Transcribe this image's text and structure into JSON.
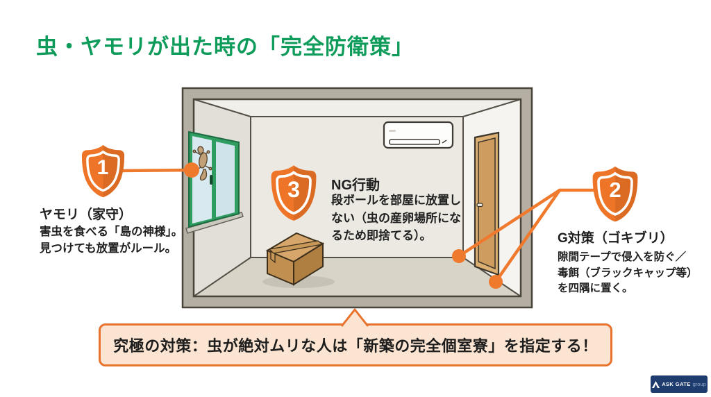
{
  "title": "虫・ヤモリが出た時の「完全防衛策」",
  "colors": {
    "title_green": "#0F9C5B",
    "shield_orange": "#EE7527",
    "connector_orange": "#EF7A2E",
    "banner_fill": "#FBE5D2",
    "banner_border": "#E8722C",
    "room_frame": "#B4AFA2"
  },
  "callouts": [
    {
      "number": "1",
      "label": "ヤモリ（家守）",
      "desc": "害虫を食べる「島の神様」。\n見つけても放置がルール。"
    },
    {
      "number": "2",
      "label": "G対策（ゴキブリ）",
      "desc": "隙間テープで侵入を防ぐ／\n毒餌（ブラックキャップ等）\nを四隅に置く。"
    },
    {
      "number": "3",
      "label": "NG行動",
      "desc": "段ボールを部屋に放置し\nない（虫の産卵場所にな\nるため即捨てる）。"
    }
  ],
  "banner": {
    "text": "究極の対策：虫が絶対ムリな人は「新築の完全個室寮」を指定する！"
  },
  "logo": {
    "name": "ASK GATE",
    "suffix": "group"
  },
  "room_items": [
    "window",
    "gecko",
    "air-conditioner",
    "door",
    "cardboard-box"
  ]
}
